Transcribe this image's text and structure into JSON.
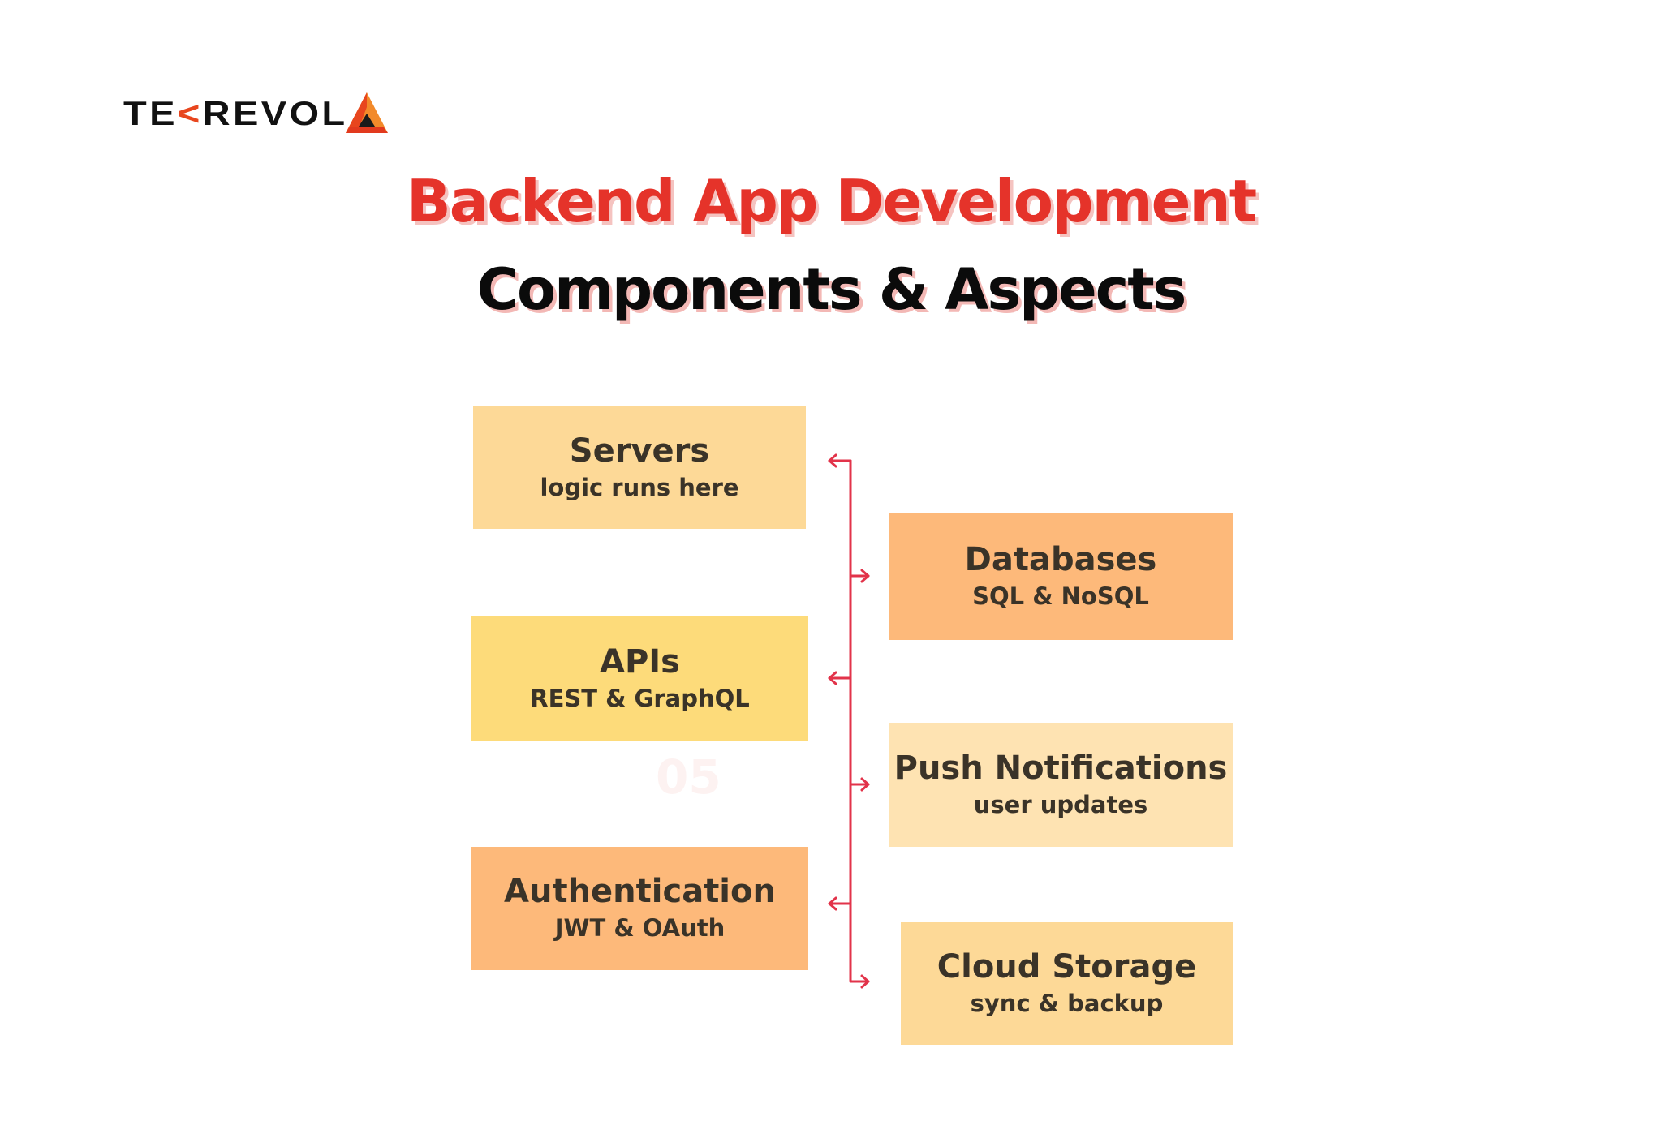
{
  "brand": {
    "logo_prefix": "TE",
    "logo_k": "K",
    "logo_suffix": "REVOL",
    "colors": {
      "logo_text": "#111111",
      "logo_accent": "#e8461e",
      "logo_accent_2": "#f28a2a"
    }
  },
  "header": {
    "title_line1": "Backend App Development",
    "title_line2": "Components & Aspects",
    "colors": {
      "line1": "#e5332a",
      "line2": "#0b0b0b",
      "shadow": "#f5c3c0"
    }
  },
  "diagram": {
    "connector_color": "#e2334a",
    "watermark": "05",
    "components": [
      {
        "name": "Servers",
        "detail": "logic runs here",
        "side": "left",
        "color": "#fdd997"
      },
      {
        "name": "Databases",
        "detail": "SQL & NoSQL",
        "side": "right",
        "color": "#fdb97a"
      },
      {
        "name": "APIs",
        "detail": "REST & GraphQL",
        "side": "left",
        "color": "#fddb7a"
      },
      {
        "name": "Push Notifications",
        "detail": "user updates",
        "side": "right",
        "color": "#fee3b2"
      },
      {
        "name": "Authentication",
        "detail": "JWT & OAuth",
        "side": "left",
        "color": "#fdb97a"
      },
      {
        "name": "Cloud Storage",
        "detail": "sync & backup",
        "side": "right",
        "color": "#fdd997"
      }
    ]
  }
}
